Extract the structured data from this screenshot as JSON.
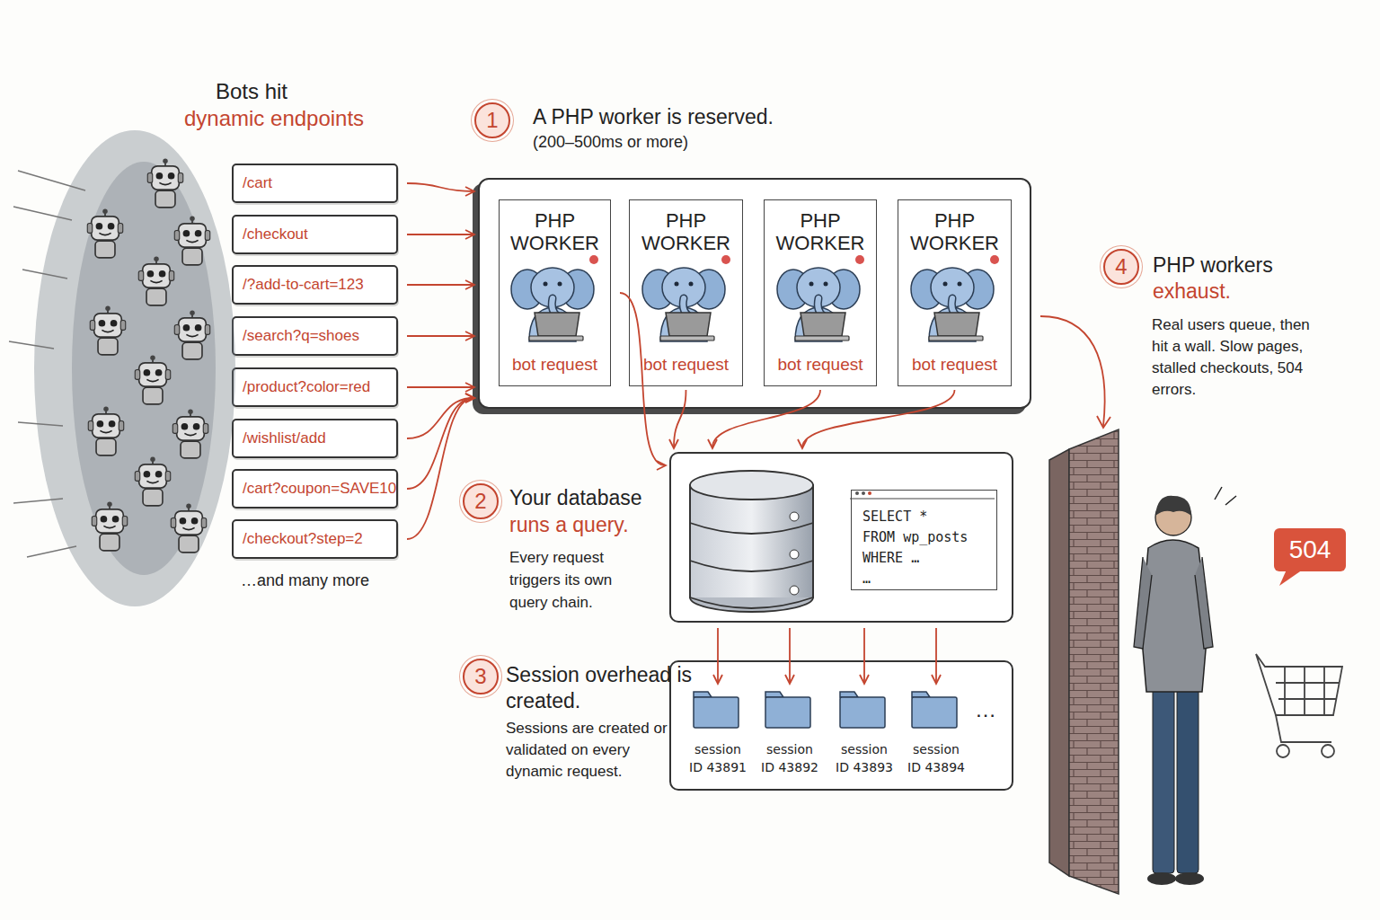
{
  "diagram": {
    "nodes": [
      {
        "text": [
          "/cart"
        ]
      },
      {
        "text": [
          "/checkout"
        ]
      },
      {
        "text": [
          "/?add-to-cart=123"
        ]
      },
      {
        "text": [
          "/search?q=shoes"
        ]
      },
      {
        "text": [
          "/product?color=red"
        ]
      },
      {
        "text": [
          "/wishlist/add"
        ]
      },
      {
        "text": [
          "/cart?coupon=SAVE10"
        ]
      },
      {
        "text": [
          "/checkout?step=2"
        ]
      },
      {
        "text": []
      },
      {
        "text": [
          "PHP WORKER",
          "bot request"
        ],
        "in": 8
      },
      {
        "text": [
          "PHP WORKER",
          "bot request"
        ],
        "in": 8
      },
      {
        "text": [
          "PHP WORKER",
          "bot request"
        ],
        "in": 8
      },
      {
        "text": [
          "PHP WORKER",
          "bot request"
        ],
        "in": 8
      },
      {
        "text": []
      },
      {
        "text": [
          "SELECT *",
          "FROM wp_posts",
          "WHERE …",
          "…"
        ],
        "in": 13
      },
      {
        "text": []
      },
      {
        "text": [
          "session ID 43891"
        ],
        "in": 15
      },
      {
        "text": [
          "session ID 43892"
        ],
        "in": 15
      },
      {
        "text": [
          "session ID 43893"
        ],
        "in": 15
      },
      {
        "text": [
          "session ID 43894"
        ],
        "in": 15
      },
      {
        "text": [
          "504"
        ]
      }
    ],
    "edges": [
      {
        "from": 0,
        "to": 8,
        "arrow": "to"
      },
      {
        "from": 1,
        "to": 8,
        "arrow": "to"
      },
      {
        "from": 2,
        "to": 8,
        "arrow": "to"
      },
      {
        "from": 3,
        "to": 8,
        "arrow": "to"
      },
      {
        "from": 4,
        "to": 8,
        "arrow": "to"
      },
      {
        "from": 5,
        "to": 8,
        "arrow": "to"
      },
      {
        "from": 6,
        "to": 8,
        "arrow": "to"
      },
      {
        "from": 7,
        "to": 8,
        "arrow": "to"
      },
      {
        "from": 9,
        "to": 13,
        "arrow": "to"
      },
      {
        "from": 10,
        "to": 13,
        "arrow": "to"
      },
      {
        "from": 11,
        "to": 13,
        "arrow": "to"
      },
      {
        "from": 12,
        "to": 13,
        "arrow": "to"
      },
      {
        "from": 13,
        "to": 16,
        "arrow": "to"
      },
      {
        "from": 13,
        "to": 17,
        "arrow": "to"
      },
      {
        "from": 13,
        "to": 18,
        "arrow": "to"
      },
      {
        "from": 13,
        "to": 19,
        "arrow": "to"
      }
    ],
    "labels": [
      "Bots hit",
      "dynamic endpoints",
      "…and many more",
      "1",
      "A PHP worker is reserved.",
      "(200–500ms or more)",
      "2",
      "Your database",
      "runs a query.",
      "Every request triggers its own query chain.",
      "3",
      "Session overhead is created.",
      "Sessions are created or validated on every dynamic request.",
      "…",
      "4",
      "PHP workers",
      "exhaust.",
      "Real users queue, then hit a wall. Slow pages, stalled checkouts, 504 errors."
    ]
  }
}
